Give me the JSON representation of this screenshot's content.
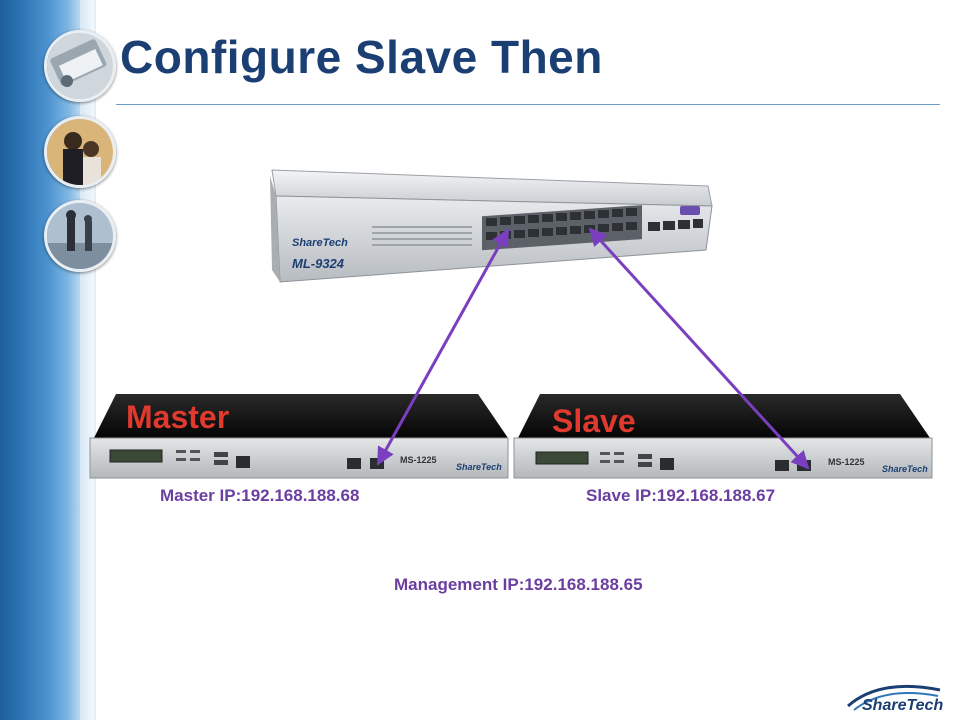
{
  "slide": {
    "title": "Configure Slave Then"
  },
  "switch": {
    "model": "ML-9324",
    "brand": "ShareTech"
  },
  "master": {
    "tag": "Master",
    "model": "MS-1225",
    "brand": "ShareTech",
    "ip_label": "Master IP:192.168.188.68"
  },
  "slave": {
    "tag": "Slave",
    "model": "MS-1225",
    "brand": "ShareTech",
    "ip_label": "Slave IP:192.168.188.67"
  },
  "management": {
    "ip_label": "Management IP:192.168.188.65"
  },
  "logo": {
    "text": "ShareTech"
  },
  "colors": {
    "title": "#1b3f73",
    "label": "#6b3fa0",
    "link_line": "#7a3fbf",
    "device_tag": "#e03a2e",
    "sidebar": "#2f77b8"
  }
}
